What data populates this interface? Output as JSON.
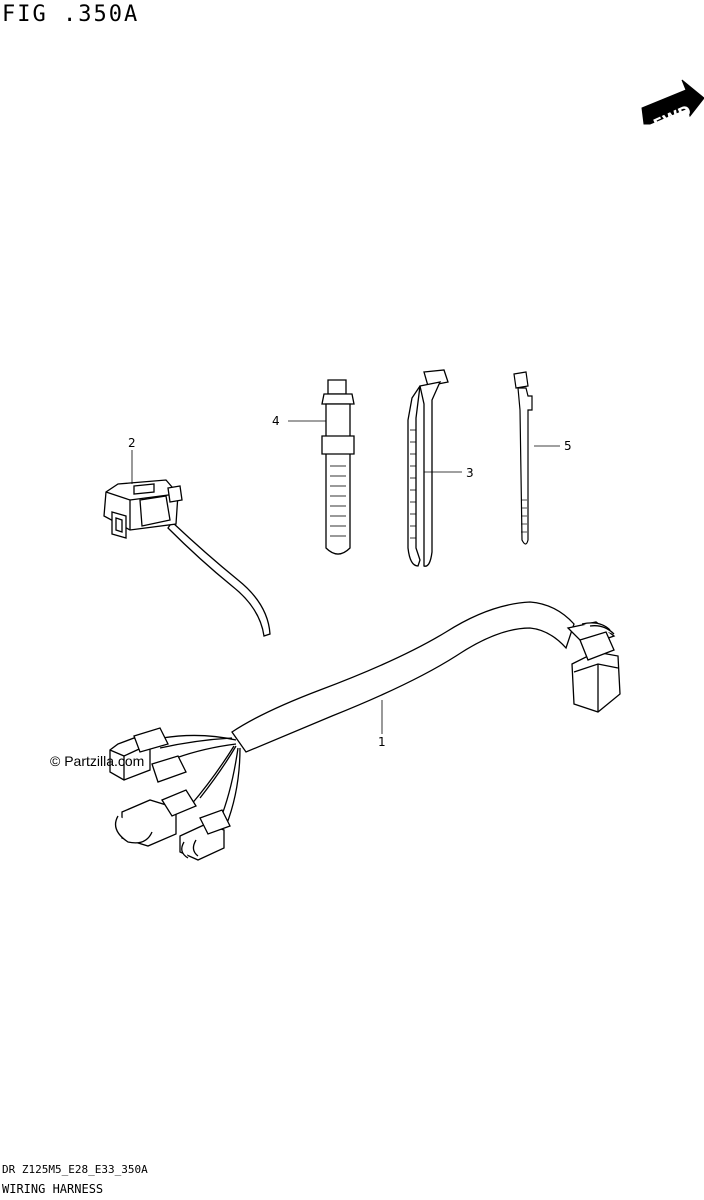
{
  "figure": {
    "title": "FIG .350A"
  },
  "direction_badge": {
    "label": "FWD"
  },
  "callouts": {
    "part_1": "1",
    "part_2": "2",
    "part_3": "3",
    "part_4": "4",
    "part_5": "5"
  },
  "watermark": {
    "text": "© Partzilla.com"
  },
  "footer": {
    "code": "DR Z125M5_E28_E33_350A",
    "name": "WIRING HARNESS"
  }
}
